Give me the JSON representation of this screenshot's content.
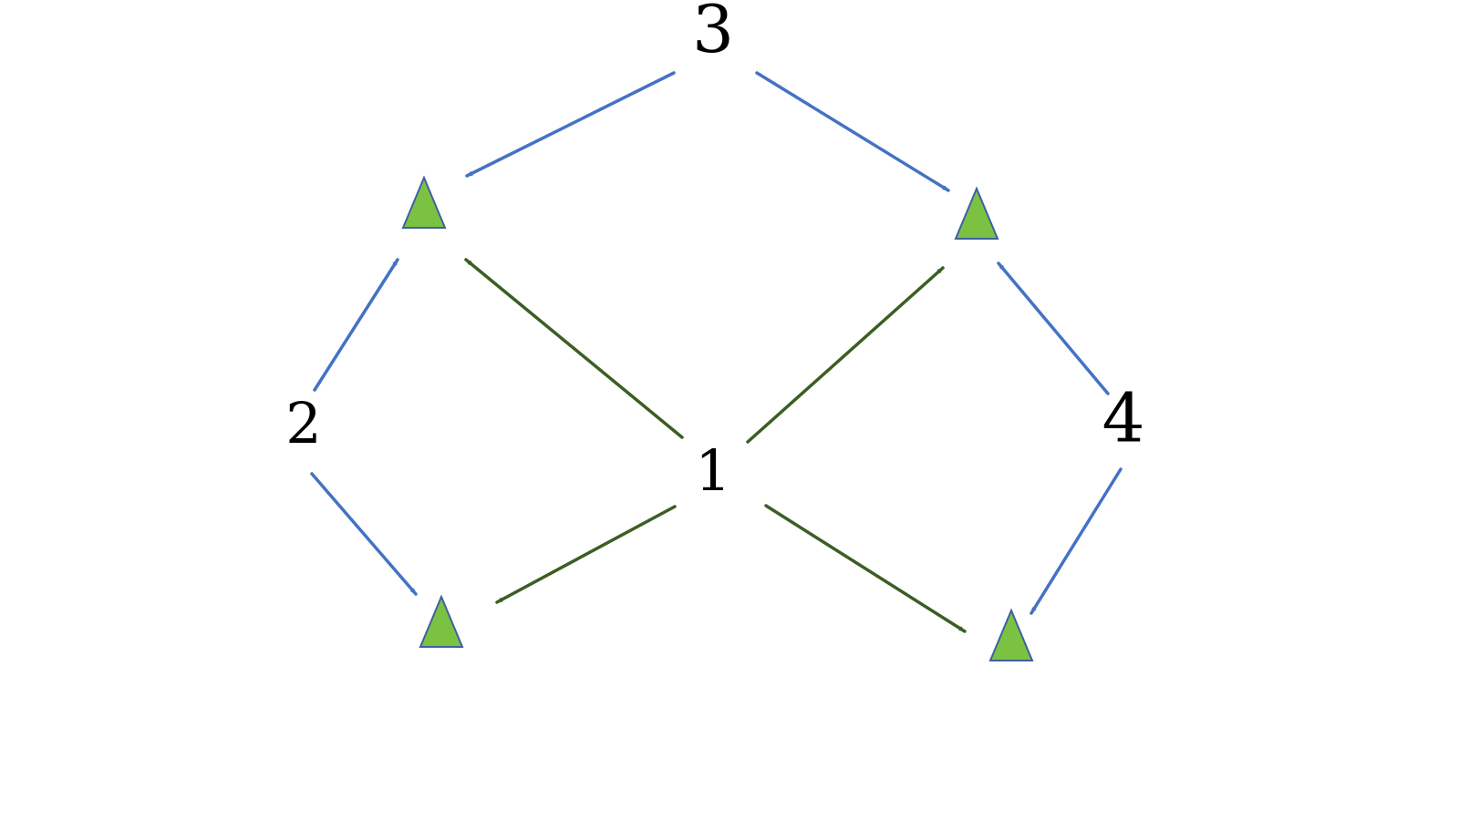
{
  "colors": {
    "blue_arrow": "#4472C4",
    "green_arrow": "#3B5E23",
    "triangle_fill": "#7CC242",
    "triangle_stroke": "#3F60A0",
    "label": "#000000"
  },
  "nodes": [
    {
      "id": "n1",
      "label": "1"
    },
    {
      "id": "n2",
      "label": "2"
    },
    {
      "id": "n3",
      "label": "3"
    },
    {
      "id": "n4",
      "label": "4"
    }
  ],
  "targets": [
    {
      "id": "t-top-left",
      "icon": "triangle-icon"
    },
    {
      "id": "t-top-right",
      "icon": "triangle-icon"
    },
    {
      "id": "t-bottom-left",
      "icon": "triangle-icon"
    },
    {
      "id": "t-bottom-right",
      "icon": "triangle-icon"
    }
  ],
  "edges": [
    {
      "from": "n3",
      "to": "t-top-left",
      "color": "blue"
    },
    {
      "from": "n3",
      "to": "t-top-right",
      "color": "blue"
    },
    {
      "from": "n2",
      "to": "t-top-left",
      "color": "blue"
    },
    {
      "from": "n2",
      "to": "t-bottom-left",
      "color": "blue"
    },
    {
      "from": "n4",
      "to": "t-top-right",
      "color": "blue"
    },
    {
      "from": "n4",
      "to": "t-bottom-right",
      "color": "blue"
    },
    {
      "from": "n1",
      "to": "t-top-left",
      "color": "green"
    },
    {
      "from": "n1",
      "to": "t-top-right",
      "color": "green"
    },
    {
      "from": "n1",
      "to": "t-bottom-left",
      "color": "green"
    },
    {
      "from": "n1",
      "to": "t-bottom-right",
      "color": "green"
    }
  ]
}
